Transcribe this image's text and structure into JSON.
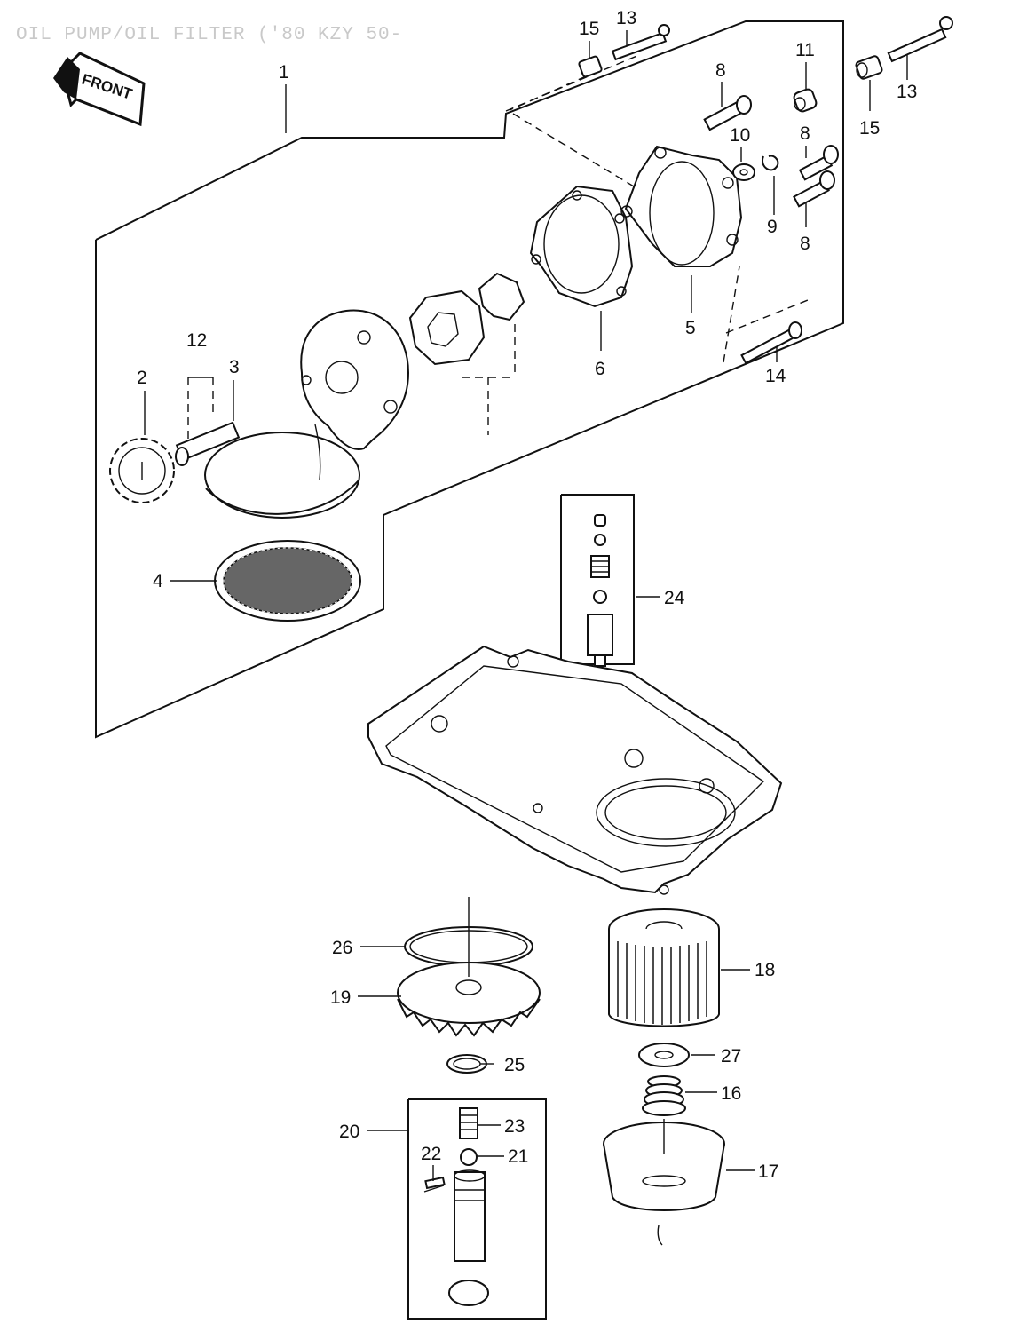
{
  "title": "OIL PUMP/OIL FILTER ('80 KZY 50-",
  "front_label": "FRONT",
  "callouts": {
    "c1": "1",
    "c2": "2",
    "c3": "3",
    "c4": "4",
    "c5": "5",
    "c6": "6",
    "c8a": "8",
    "c8b": "8",
    "c8c": "8",
    "c9": "9",
    "c10": "10",
    "c11": "11",
    "c12": "12",
    "c13a": "13",
    "c13b": "13",
    "c14": "14",
    "c15a": "15",
    "c15b": "15",
    "c16": "16",
    "c17": "17",
    "c18": "18",
    "c19": "19",
    "c20": "20",
    "c21": "21",
    "c22": "22",
    "c23": "23",
    "c24": "24",
    "c25": "25",
    "c26": "26",
    "c27": "27"
  }
}
